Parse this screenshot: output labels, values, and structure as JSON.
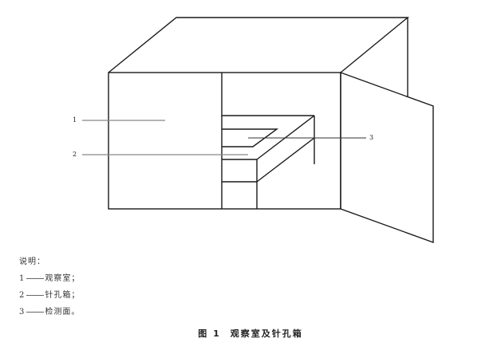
{
  "figure": {
    "number_label": "图 1",
    "title": "观察室及针孔箱",
    "callouts": [
      {
        "id": "1",
        "target": "观察室"
      },
      {
        "id": "2",
        "target": "针孔箱"
      },
      {
        "id": "3",
        "target": "检测面"
      }
    ]
  },
  "legend": {
    "heading": "说明：",
    "items": [
      {
        "num": "1",
        "text": "观察室；"
      },
      {
        "num": "2",
        "text": "针孔箱；"
      },
      {
        "num": "3",
        "text": "检测面。"
      }
    ]
  },
  "colors": {
    "line": "#1a1a1a",
    "leader": "#888888",
    "background": "#ffffff"
  }
}
